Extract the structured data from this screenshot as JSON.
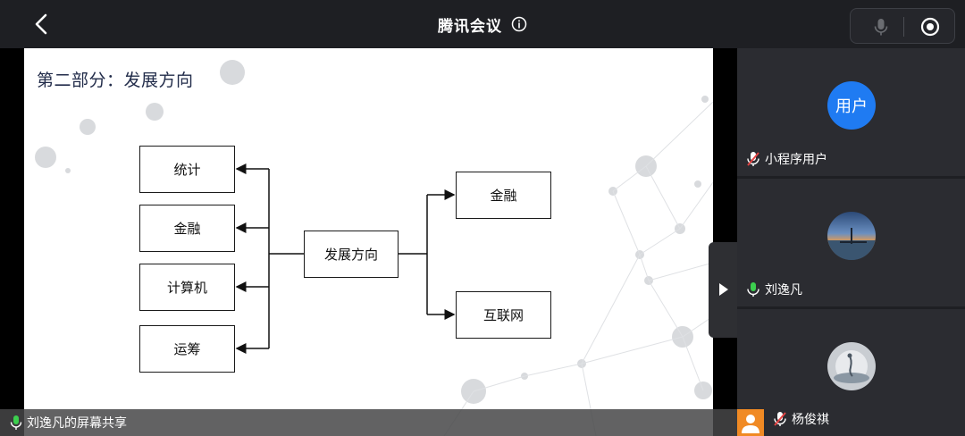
{
  "header": {
    "title": "腾讯会议",
    "back_icon": "chevron-left-icon",
    "info_icon": "info-icon",
    "mic_icon": "microphone-icon",
    "record_icon": "record-icon"
  },
  "slide": {
    "title": "第二部分：发展方向",
    "center_node": "发展方向",
    "left_nodes": [
      "统计",
      "金融",
      "计算机",
      "运筹"
    ],
    "right_nodes": [
      "金融",
      "互联网"
    ]
  },
  "share_caption": "刘逸凡的屏幕共享",
  "expand_icon": "chevron-right-icon",
  "participants": [
    {
      "name": "小程序用户",
      "avatar_text": "用户",
      "mic_state": "muted",
      "avatar_color": "#1f7bf2"
    },
    {
      "name": "刘逸凡",
      "mic_state": "active",
      "avatar": "landscape-photo"
    },
    {
      "name": "杨俊祺",
      "mic_state": "muted",
      "avatar": "bird-photo",
      "host": true
    }
  ],
  "colors": {
    "background": "#1e1f23",
    "tile": "#2b2c31",
    "accent_green": "#3ccf4e",
    "muted_red": "#e54545",
    "host_orange": "#f08a24"
  }
}
